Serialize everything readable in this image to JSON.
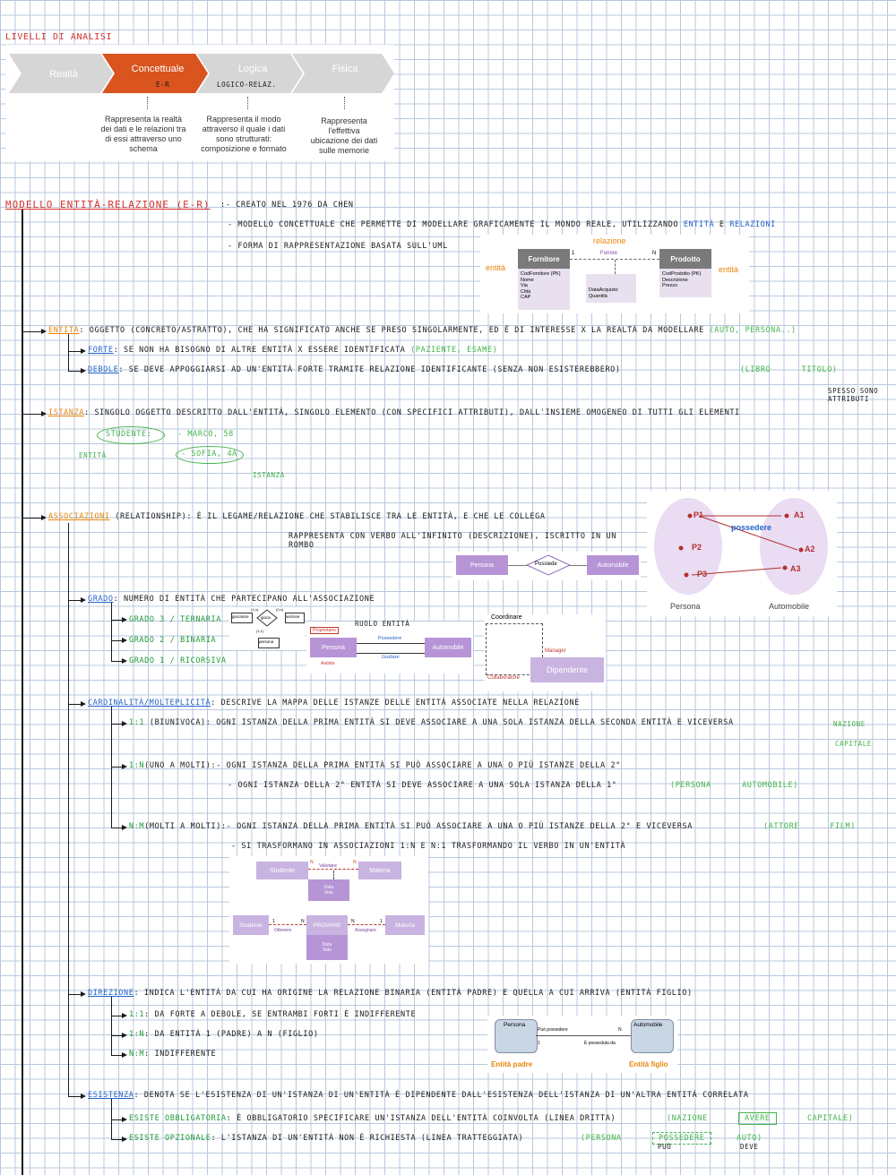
{
  "header": {
    "title": "Livelli di Analisi",
    "steps": [
      {
        "label": "Realtà",
        "sub": "",
        "desc": ""
      },
      {
        "label": "Concettuale",
        "sub": "E-R",
        "desc": "Rappresenta la realtà dei dati e le relazioni tra di essi attraverso uno schema"
      },
      {
        "label": "Logica",
        "sub": "LOGICO-RELAZ.",
        "desc": "Rappresenta il modo attraverso il quale i dati sono strutturati: composizione e formato"
      },
      {
        "label": "Fisica",
        "sub": "",
        "desc": "Rappresenta l'effettiva ubicazione dei dati sulle memorie"
      }
    ]
  },
  "er": {
    "title": "Modello Entità-Relazione (E-R)",
    "created": ":- creato nel 1976 da Chen",
    "line1": "- modello concettuale che permette di modellare graficamente il mondo reale, utilizzando",
    "line1_a": "entità",
    "line1_and": "e",
    "line1_b": "relazioni",
    "line2": "- forma di rappresentazione basata sull'UML",
    "diagram": {
      "relazione": "relazione",
      "entita_left": "entità",
      "entita_right": "entità",
      "fornitore": "Fornitore",
      "fornitore_attrs": [
        "CodFornitore (PK)",
        "Nome",
        "Via",
        "Città",
        "CAP"
      ],
      "fornire": "Fornire",
      "rel_attrs": [
        "DataAcquisto",
        "Quantità"
      ],
      "prodotto": "Prodotto",
      "prodotto_attrs": [
        "CodProdotto (PK)",
        "Descrizione",
        "Prezzo"
      ],
      "card_left": "1",
      "card_right": "N"
    }
  },
  "entita": {
    "term": "Entità",
    "text": ": oggetto (concreto/astratto), che ha significato anche se preso singolarmente, ed è di interesse x la realtà da modellare",
    "example": "(auto, persona..)",
    "forte_term": "Forte",
    "forte_text": ": se non ha bisogno di altre entità x essere identificata",
    "forte_example": "(paziente, esame)",
    "debole_term": "Debole",
    "debole_text": ": se deve appoggiarsi ad un'entità forte tramite relazione identificante (senza non esisterebbero)",
    "debole_example_a": "(libro",
    "debole_example_b": "titolo)",
    "debole_note": "spesso sono attributi"
  },
  "istanza": {
    "term": "Istanza",
    "text": ": singolo oggetto descritto dall'entità, singolo elemento (con specifici attributi), dall'insieme omogeneo di tutti gli elementi",
    "studente": "Studente:",
    "ex1": "- Marco, 58",
    "ex2": "- Sofia, 4A",
    "entita_label": "entità",
    "istanza_label": "istanza"
  },
  "associazioni": {
    "term": "Associazioni",
    "text": "(relationship): è il legame/relazione che stabilisce tra le entità, e che le collega",
    "sub": "rappresenta con verbo all'infinito (descrizione), iscritto in un rombo",
    "persona": "Persona",
    "possiede": "Possiede",
    "automobile": "Automobile",
    "venn": {
      "left": [
        "P1",
        "P2",
        "P3"
      ],
      "right": [
        "A1",
        "A2",
        "A3"
      ],
      "rel": "possedere",
      "left_label": "Persona",
      "right_label": "Automobile"
    }
  },
  "grado": {
    "term": "Grado",
    "text": ": numero di entità che partecipano all'associazione",
    "items": [
      "Grado 3 / Ternaria",
      "Grado 2 / Binaria",
      "Grado 1 / Ricorsiva"
    ],
    "ternary": {
      "a": "giocatore",
      "rel": "gioca",
      "b": "sezione",
      "c": "persona",
      "card_a": "(1,n)",
      "card_b": "(0,n)",
      "card_c": "(1,1)"
    },
    "binary": {
      "persona": "Persona",
      "automobile": "Automobile",
      "possedere": "Possedere",
      "guidare": "Guidare",
      "proprietario": "Proprietario",
      "autista": "Autista",
      "ruolo": "ruolo entità"
    },
    "recursive": {
      "coordinare": "Coordinare",
      "manager": "Manager",
      "dipendente": "Dipendente",
      "collaboratore": "Collaboratore"
    }
  },
  "cardinalita": {
    "term": "Cardinalità/Molteplicità",
    "text": ": descrive la mappa delle istanze delle entità associate nella relazione",
    "uno_uno": "1:1",
    "uno_uno_text": "(biunivoca): ogni istanza della prima entità si deve associare a una sola istanza della seconda entità e viceversa",
    "uno_uno_ex_a": "nazione",
    "uno_uno_ex_b": "capitale",
    "uno_n": "1:N",
    "uno_n_text": "(uno a molti):- ogni istanza della prima entità si può associare a una o più istanze della 2°",
    "uno_n_text2": "- ogni istanza della 2° entità si deve associare a una sola istanza della 1°",
    "uno_n_ex_a": "(persona",
    "uno_n_ex_b": "automobile)",
    "n_m": "N:M",
    "n_m_text": "(molti a molti):- ogni istanza della prima entità si può associare a una o più istanze della 2° e viceversa",
    "n_m_ex_a": "(attore",
    "n_m_ex_b": "film)",
    "n_m_text2": "- si trasformano in associazioni 1:N e N:1 trasformando il verbo in un'entità",
    "d1": {
      "studente": "Studente",
      "valutare": "Valutare",
      "materia": "Materia",
      "attrs": [
        "Data",
        "Voto"
      ],
      "n1": "N",
      "n2": "N"
    },
    "d2": {
      "studente": "Studente",
      "rel": "PROVARE",
      "materia": "Materia",
      "attrs": [
        "Data",
        "Voto"
      ],
      "ottenere": "Ottenere",
      "assegnare": "Assegnare",
      "c1": "1",
      "c2": "N",
      "c3": "N",
      "c4": "1"
    }
  },
  "direzione": {
    "term": "Direzione",
    "text": ": indica l'entità da cui ha origine la relazione binaria (entità padre) e quella a cui arriva (entità figlio)",
    "items": [
      {
        "k": "1:1",
        "v": ": da forte a debole, se entrambi forti è indifferente"
      },
      {
        "k": "1:N",
        "v": ": da entità 1 (padre) a N (figlio)"
      },
      {
        "k": "N:M",
        "v": ": indifferente"
      }
    ],
    "diagram": {
      "persona": "Persona",
      "automobile": "Automobile",
      "puo": "Può possedere",
      "e": "È posseduta da",
      "c1": "1",
      "c2": "N",
      "padre": "Entità padre",
      "figlio": "Entità figlio"
    }
  },
  "esistenza": {
    "term": "Esistenza",
    "text": ": denota se l'esistenza di un'istanza di un'entità è dipendente dall'esistenza dell'istanza di un'altra entità correlata",
    "obbl_term": "Esiste obbligatoria",
    "obbl_text": ": è obbligatorio specificare un'istanza dell'entità coinvolta (linea dritta)",
    "obbl_ex": [
      "(nazione",
      "avere",
      "capitale)"
    ],
    "opz_term": "Esiste opzionale",
    "opz_text": ": l'istanza di un'entità non è richiesta (linea tratteggiata)",
    "opz_ex": [
      "(persona",
      "possedere",
      "auto)"
    ],
    "puo": "può",
    "deve": "deve"
  }
}
